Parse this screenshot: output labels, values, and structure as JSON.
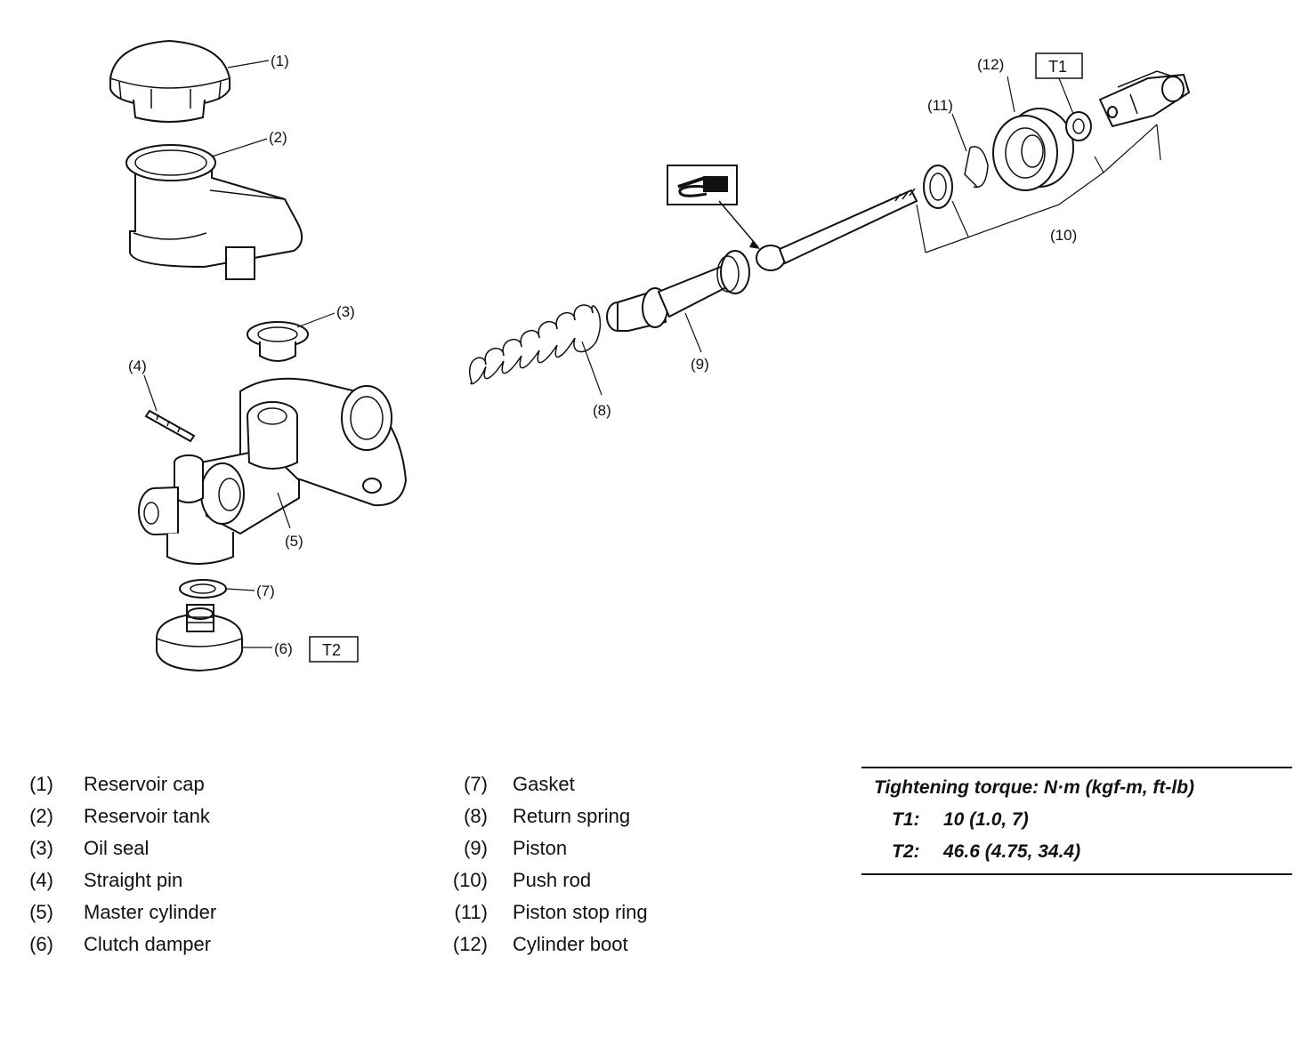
{
  "callouts": {
    "c1": "(1)",
    "c2": "(2)",
    "c3": "(3)",
    "c4": "(4)",
    "c5": "(5)",
    "c6": "(6)",
    "c7": "(7)",
    "c8": "(8)",
    "c9": "(9)",
    "c10": "(10)",
    "c11": "(11)",
    "c12": "(12)",
    "t1": "T1",
    "t2": "T2"
  },
  "legend": {
    "col1": [
      {
        "num": "(1)",
        "name": "Reservoir cap"
      },
      {
        "num": "(2)",
        "name": "Reservoir tank"
      },
      {
        "num": "(3)",
        "name": "Oil seal"
      },
      {
        "num": "(4)",
        "name": "Straight pin"
      },
      {
        "num": "(5)",
        "name": "Master cylinder"
      },
      {
        "num": "(6)",
        "name": "Clutch damper"
      }
    ],
    "col2": [
      {
        "num": "(7)",
        "name": "Gasket"
      },
      {
        "num": "(8)",
        "name": "Return spring"
      },
      {
        "num": "(9)",
        "name": "Piston"
      },
      {
        "num": "(10)",
        "name": "Push rod"
      },
      {
        "num": "(11)",
        "name": "Piston stop ring"
      },
      {
        "num": "(12)",
        "name": "Cylinder boot"
      }
    ]
  },
  "torque": {
    "heading": "Tightening torque: N·m (kgf-m, ft-lb)",
    "rows": [
      {
        "key": "T1:",
        "value": "10 (1.0, 7)"
      },
      {
        "key": "T2:",
        "value": "46.6 (4.75, 34.4)"
      }
    ]
  },
  "icons": {
    "grease_symbol": "grease-gun-icon"
  }
}
